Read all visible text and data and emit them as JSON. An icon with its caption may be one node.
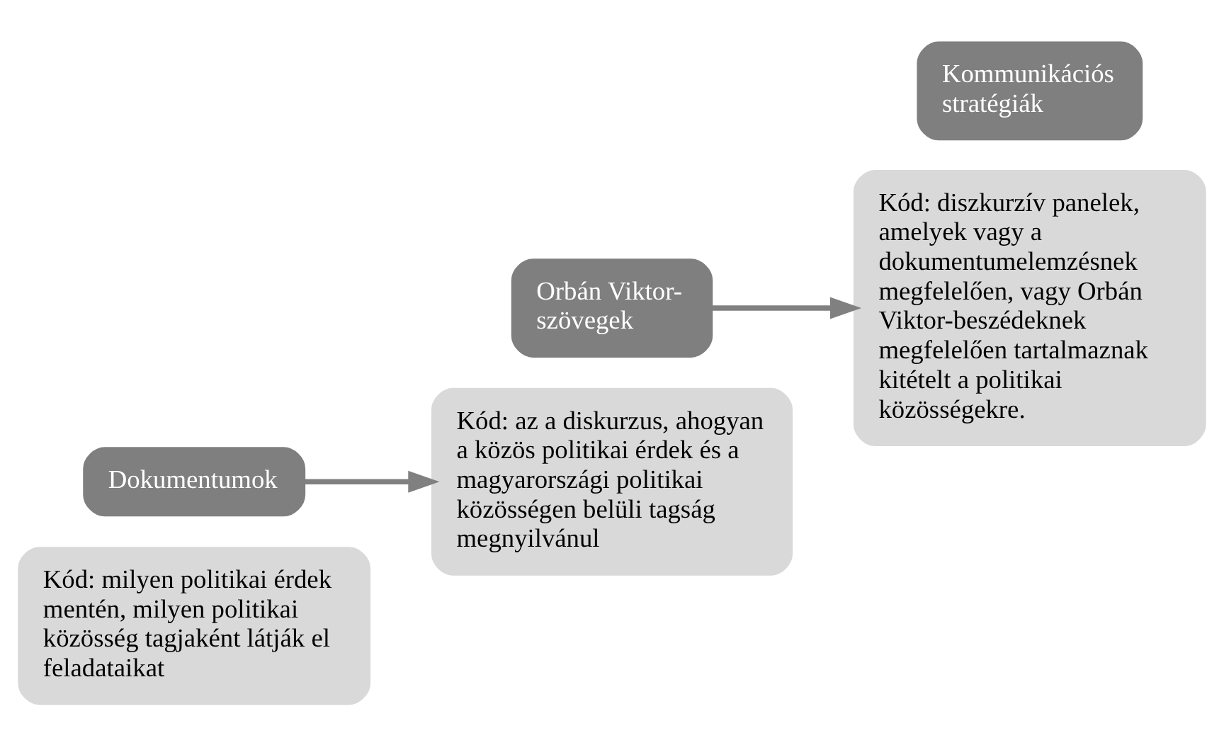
{
  "diagram": {
    "nodes": [
      {
        "text": [
          "Kód: milyen politikai érdek mentén, milyen politikai közösség tagjaként látják el feladataikat"
        ]
      },
      {
        "text": [
          "Dokumentumok"
        ]
      },
      {
        "text": [
          "Orbán Viktor-szövegek"
        ]
      },
      {
        "text": [
          "Kód: az a diskurzus, ahogyan a közös politikai érdek és a magyarországi politikai közösségen belüli tagság megnyilvánul"
        ]
      },
      {
        "text": [
          "Kód: diszkurzív panelek, amelyek vagy a dokumentumelemzésnek megfelelően, vagy Orbán Viktor-beszédeknek megfelelően tartalmaznak kitételt a politikai közösségekre."
        ]
      },
      {
        "text": [
          "Kommunikációs stratégiák"
        ]
      }
    ],
    "edges": [
      {
        "from": 1,
        "to": 3,
        "arrow": "to"
      },
      {
        "from": 2,
        "to": 4,
        "arrow": "to"
      }
    ]
  }
}
